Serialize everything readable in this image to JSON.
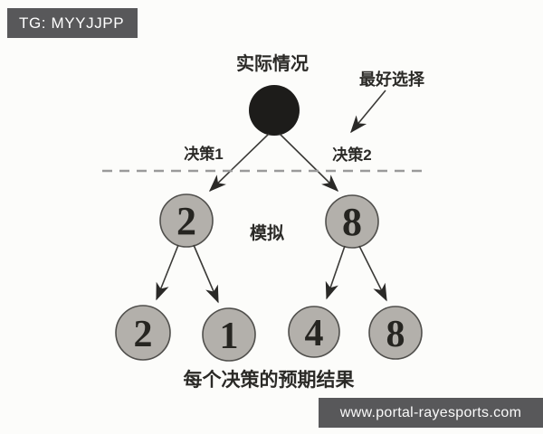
{
  "badge": {
    "label": "TG: MYYJJPP"
  },
  "watermark": {
    "label": "www.portal-rayesports.com"
  },
  "diagram": {
    "title": "实际情况",
    "best_choice_label": "最好选择",
    "decision1_label": "决策1",
    "decision2_label": "决策2",
    "simulation_label": "模拟",
    "caption": "每个决策的预期结果",
    "nodes": {
      "branch_left": "2",
      "branch_right": "8",
      "leaf_1": "2",
      "leaf_2": "1",
      "leaf_3": "4",
      "leaf_4": "8"
    },
    "colors": {
      "node_fill": "#b3b0ab",
      "node_stroke": "#504f4c",
      "root_fill": "#1d1c1a",
      "bar_bg": "#58585a",
      "text": "#2b2a27"
    }
  }
}
